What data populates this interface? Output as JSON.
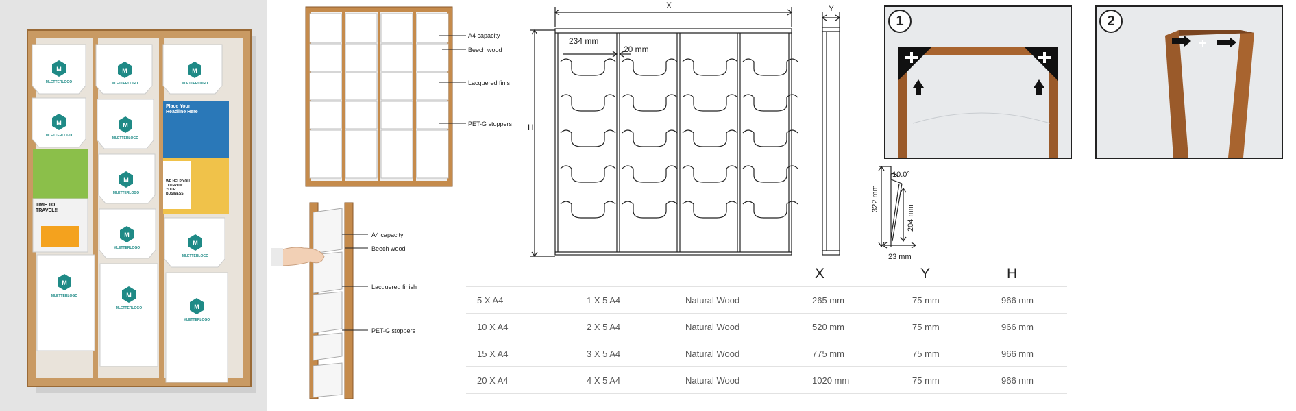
{
  "photo": {
    "logo_text": "MLETTERLOGO",
    "poster_headline": "Place Your Headline Here",
    "poster_travel": "TIME TO TRAVEL!!",
    "poster_business": "WE HELP YOU TO GROW YOUR BUSINESS"
  },
  "callouts_top": {
    "capacity": "A4 capacity",
    "wood": "Beech wood",
    "finish": "Lacquered finis",
    "stoppers": "PET-G stoppers"
  },
  "callouts_side": {
    "capacity": "A4 capacity",
    "wood": "Beech wood",
    "finish": "Lacquered finish",
    "stoppers": "PET-G stoppers"
  },
  "drawing": {
    "x_label": "X",
    "y_label": "Y",
    "h_label": "H",
    "pocket_width": "234 mm",
    "gap": "20 mm",
    "angle": "10.0°",
    "depth_322": "322 mm",
    "depth_204": "204 mm",
    "depth_23": "23 mm"
  },
  "steps": [
    "1",
    "2"
  ],
  "table": {
    "headers": [
      "",
      "",
      "",
      "X",
      "Y",
      "H"
    ],
    "rows": [
      [
        "5 X A4",
        "1 X 5 A4",
        "Natural Wood",
        "265 mm",
        "75 mm",
        "966 mm"
      ],
      [
        "10 X A4",
        "2 X 5 A4",
        "Natural Wood",
        "520 mm",
        "75 mm",
        "966 mm"
      ],
      [
        "15 X A4",
        "3 X 5 A4",
        "Natural Wood",
        "775 mm",
        "75 mm",
        "966 mm"
      ],
      [
        "20 X A4",
        "4 X 5 A4",
        "Natural Wood",
        "1020 mm",
        "75 mm",
        "966 mm"
      ]
    ]
  },
  "colors": {
    "wood": "#c8955a",
    "wood_dark": "#8a5a2b",
    "logo_teal": "#1f8a86",
    "photo_bg": "#e6e6e6"
  }
}
